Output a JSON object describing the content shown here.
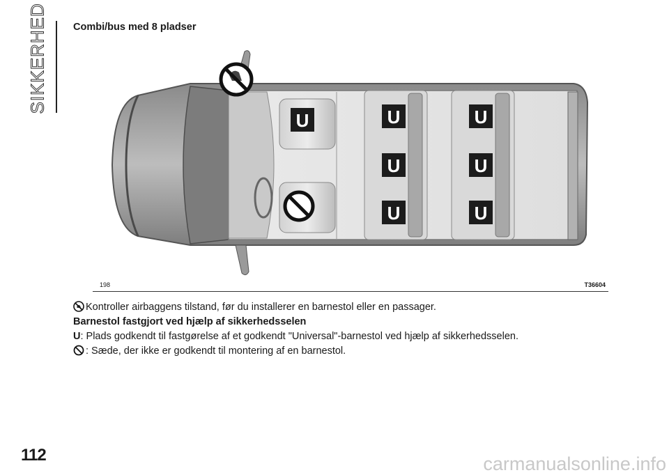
{
  "side_tab": {
    "label": "SIKKERHED"
  },
  "section": {
    "title": "Combi/bus med 8 pladser"
  },
  "figure": {
    "number": "198",
    "code": "T36604",
    "seat_label": "U"
  },
  "body": {
    "airbag_note": "Kontroller airbaggens tilstand, før du installerer en barnestol eller en passager.",
    "heading": "Barnestol fastgjort ved hjælp af sikkerhedsselen",
    "legend_u_key": "U",
    "legend_u_text": ": Plads godkendt til fastgørelse af et godkendt \"Universal\"-barnestol ved hjælp af sikkerhedsselen.",
    "legend_no_text": ": Sæde, der ikke er godkendt til montering af en barnestol."
  },
  "page": {
    "number": "112"
  },
  "footer": {
    "watermark": "carmanualsonline.info"
  },
  "icons": [
    "airbag-child-seat-icon",
    "prohibited-icon"
  ]
}
